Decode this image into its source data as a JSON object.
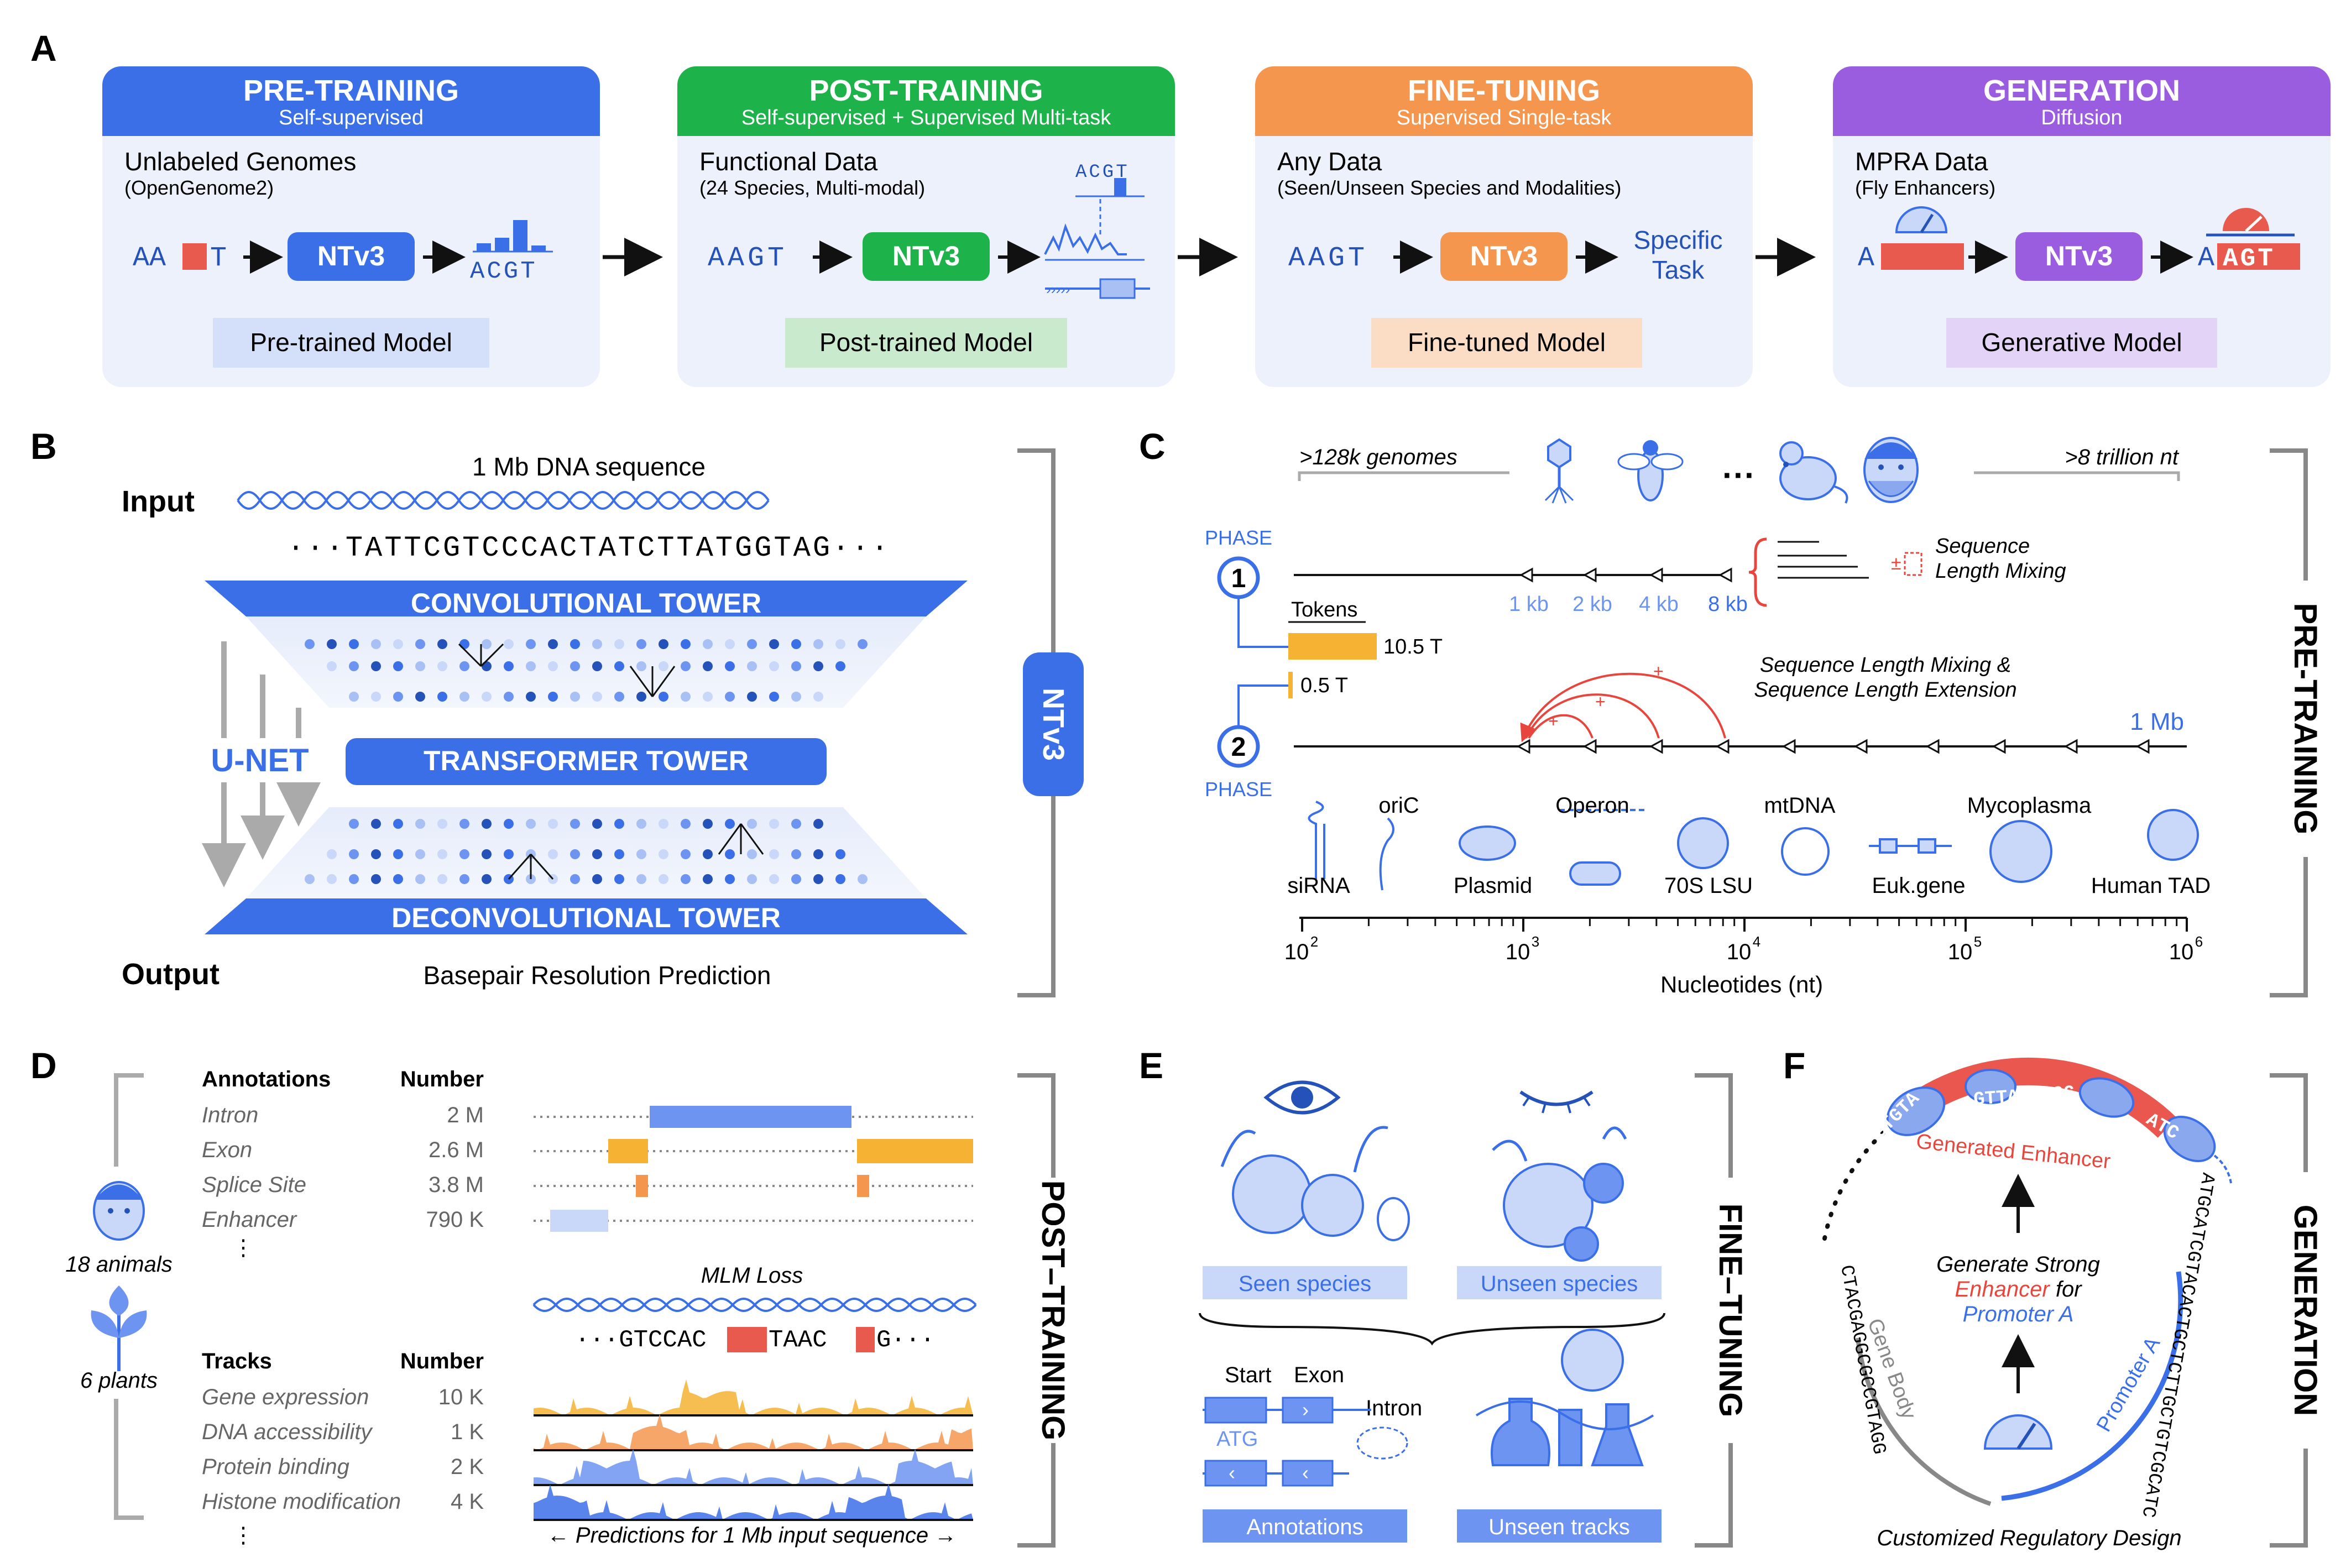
{
  "panels": {
    "A": {
      "letter": "A",
      "stages": [
        {
          "title": "PRE-TRAINING",
          "subtitle": "Self-supervised",
          "data_title": "Unlabeled Genomes",
          "data_sub": "(OpenGenome2)",
          "seq": "AA",
          "seq2": "T",
          "model": "NTv3",
          "output": "ACGT",
          "label": "Pre-trained Model"
        },
        {
          "title": "POST-TRAINING",
          "subtitle": "Self-supervised + Supervised Multi-task",
          "data_title": "Functional Data",
          "data_sub": "(24 Species, Multi-modal)",
          "seq": "AAGT",
          "model": "NTv3",
          "output": "ACGT",
          "label": "Post-trained Model"
        },
        {
          "title": "FINE-TUNING",
          "subtitle": "Supervised Single-task",
          "data_title": "Any Data",
          "data_sub": "(Seen/Unseen Species and Modalities)",
          "seq": "AAGT",
          "model": "NTv3",
          "output": "Specific Task",
          "label": "Fine-tuned Model"
        },
        {
          "title": "GENERATION",
          "subtitle": "Diffusion",
          "data_title": "MPRA Data",
          "data_sub": "(Fly Enhancers)",
          "seq": "A",
          "model": "NTv3",
          "output_a": "A",
          "output": "AGT",
          "label": "Generative Model"
        }
      ],
      "colors": {
        "pre": "#3B6FE8",
        "post": "#1DB34A",
        "fine": "#F5964F",
        "gen": "#9B5DE0"
      }
    },
    "B": {
      "letter": "B",
      "input_label": "Input",
      "seq_title": "1 Mb DNA sequence",
      "sequence": "···TATTCGTCCCACTATCTTATGGTAG···",
      "conv": "CONVOLUTIONAL TOWER",
      "transformer": "TRANSFORMER TOWER",
      "deconv": "DECONVOLUTIONAL TOWER",
      "unet": "U-NET",
      "output_label": "Output",
      "output_text": "Basepair Resolution Prediction",
      "model": "NTv3"
    },
    "C": {
      "letter": "C",
      "genomes": ">128k genomes",
      "ellipsis": "···",
      "trillion": ">8 trillion nt",
      "phase": "PHASE",
      "phase1": "1",
      "phase2": "2",
      "tokens_label": "Tokens",
      "tokens": [
        {
          "label": "10.5 T",
          "value": 10.5
        },
        {
          "label": "0.5 T",
          "value": 0.5
        }
      ],
      "context_ticks": [
        "1 kb",
        "2 kb",
        "4 kb",
        "8 kb"
      ],
      "mixing1": "Sequence",
      "mixing2": "Length Mixing",
      "ext1": "Sequence Length Mixing &",
      "ext2": "Sequence Length Extension",
      "mb": "1 Mb",
      "examples": [
        "siRNA",
        "oriC",
        "Plasmid",
        "Operon",
        "70S LSU",
        "mtDNA",
        "Euk.gene",
        "Mycoplasma",
        "Human TAD"
      ],
      "axis_ticks": [
        "10",
        "10",
        "10",
        "10",
        "10"
      ],
      "axis_exp": [
        "2",
        "3",
        "4",
        "5",
        "6"
      ],
      "xlabel": "Nucleotides (nt)",
      "side": "PRE-TRAINING"
    },
    "D": {
      "letter": "D",
      "animals": "18 animals",
      "plants": "6 plants",
      "ann_header": "Annotations",
      "num_header": "Number",
      "annotations": [
        {
          "name": "Intron",
          "num": "2 M"
        },
        {
          "name": "Exon",
          "num": "2.6 M"
        },
        {
          "name": "Splice Site",
          "num": "3.8 M"
        },
        {
          "name": "Enhancer",
          "num": "790 K"
        }
      ],
      "dots": "⋮",
      "mlm": "MLM Loss",
      "mlm_seq_a": "···GTCCAC",
      "mlm_seq_b": "TAAC",
      "mlm_seq_c": "G···",
      "tracks_header": "Tracks",
      "tracks": [
        {
          "name": "Gene expression",
          "num": "10 K"
        },
        {
          "name": "DNA accessibility",
          "num": "1 K"
        },
        {
          "name": "Protein binding",
          "num": "2 K"
        },
        {
          "name": "Histone modification",
          "num": "4 K"
        }
      ],
      "predictions": "← Predictions for 1 Mb input sequence →",
      "side": "POST–TRAINING"
    },
    "E": {
      "letter": "E",
      "seen": "Seen species",
      "unseen": "Unseen species",
      "start": "Start",
      "exon": "Exon",
      "intron": "Intron",
      "atg": "ATG",
      "annotations": "Annotations",
      "tracks": "Unseen tracks",
      "side": "FINE–TUNING"
    },
    "F": {
      "letter": "F",
      "enh_seq_a": "CTGTA",
      "enh_seq_b": "GTTAGAAGG",
      "enh_seq_c": "ATC",
      "generated": "Generated Enhancer",
      "gen1": "Generate Strong",
      "gen2": "Enhancer",
      "gen2b": " for",
      "gen3": "Promoter A",
      "gene_body": "Gene Body",
      "promoter": "Promoter A",
      "left_seq": "CTACGAGGCGCCGTAGG",
      "right_seq": "ATGCATCGTACACTGCTCTTGCTGTCGCATC",
      "dots": "·····",
      "caption": "Customized Regulatory Design",
      "side": "GENERATION"
    }
  }
}
